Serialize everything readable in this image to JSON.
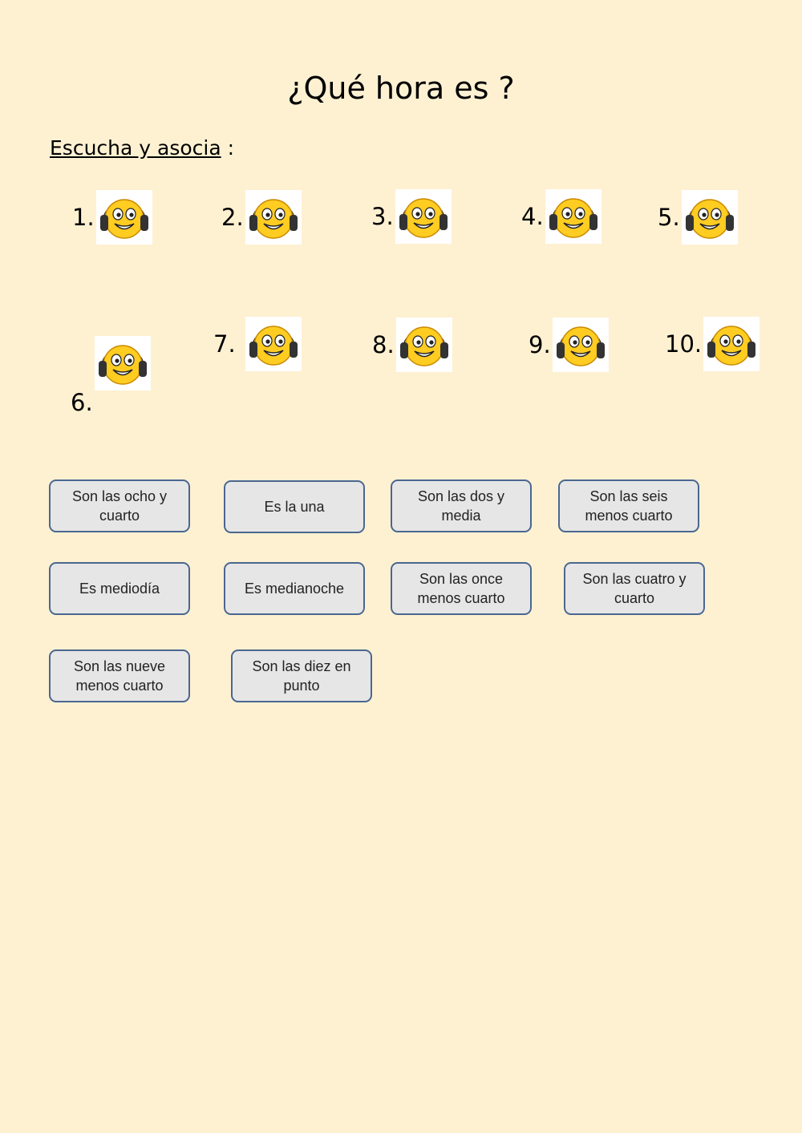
{
  "title": "¿Qué hora es ?",
  "instruction": {
    "label": "Escucha y asocia",
    "suffix": " :"
  },
  "items": [
    {
      "num": "1."
    },
    {
      "num": "2."
    },
    {
      "num": "3."
    },
    {
      "num": "4."
    },
    {
      "num": "5."
    },
    {
      "num": "6."
    },
    {
      "num": "7."
    },
    {
      "num": "8."
    },
    {
      "num": "9."
    },
    {
      "num": "10."
    }
  ],
  "icon": "headphones-smiley-icon",
  "answers": [
    "Son las ocho y cuarto",
    "Es la una",
    "Son las dos y media",
    "Son las seis menos cuarto",
    "Es mediodía",
    "Es medianoche",
    "Son las once menos cuarto",
    "Son las cuatro y cuarto",
    "Son las nueve menos cuarto",
    "Son las diez en punto"
  ],
  "colors": {
    "background": "#fef1d2",
    "chip_bg": "#e6e6e6",
    "chip_border": "#4a6790",
    "face": "#ffcc22"
  }
}
